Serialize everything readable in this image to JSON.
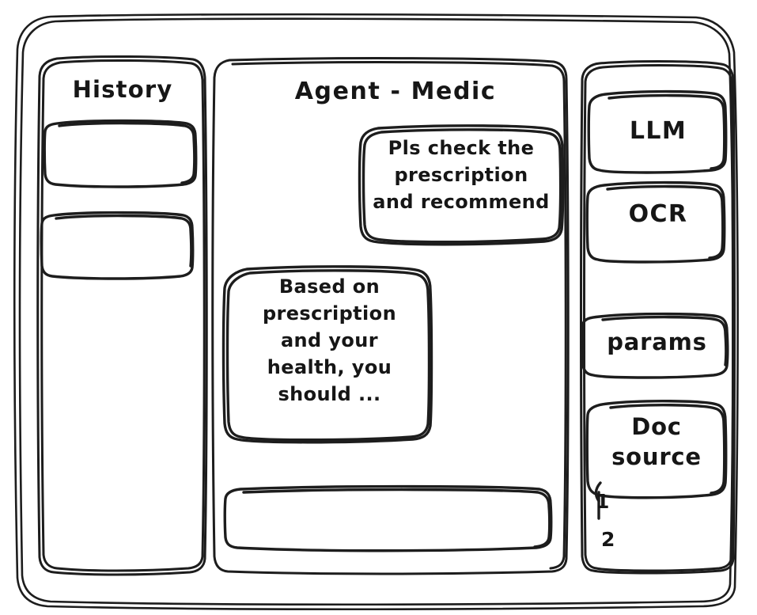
{
  "window": {
    "name": "agent-medic-wireframe"
  },
  "sidebar_left": {
    "title": "History",
    "items": [
      {
        "label": ""
      },
      {
        "label": ""
      }
    ]
  },
  "main": {
    "title": "Agent - Medic",
    "messages": [
      {
        "role": "user",
        "text": "Pls check the\nprescription\nand recommend"
      },
      {
        "role": "agent",
        "text": "Based on\nprescription\nand your\nhealth, you\nshould ..."
      }
    ],
    "composer": {
      "value": "",
      "placeholder": ""
    }
  },
  "sidebar_right": {
    "tools": [
      {
        "label": "LLM"
      },
      {
        "label": "OCR"
      },
      {
        "label": "params"
      },
      {
        "label": "Doc\nsource"
      }
    ],
    "doc_sources": [
      {
        "label": "1"
      },
      {
        "label": "2"
      }
    ]
  },
  "style": {
    "stroke": "#1d1d1d",
    "background": "#ffffff"
  }
}
